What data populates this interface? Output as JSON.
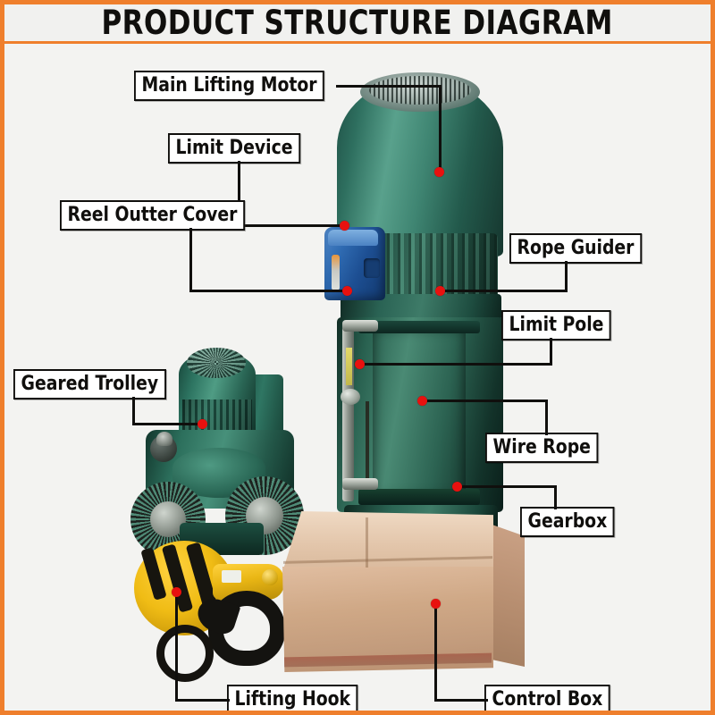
{
  "header": {
    "title": "PRODUCT STRUCTURE DIAGRAM",
    "accent_color": "#ef7f2c",
    "background_color": "#f2f2f0"
  },
  "diagram": {
    "subject": "electric wire rope hoist with geared trolley",
    "callout_dot_color": "#e8110f",
    "leader_line_color": "#100f0d",
    "label_box_fill": "#ffffff",
    "label_box_border": "#100f0d",
    "labels": [
      {
        "id": "main-lifting-motor",
        "text": "Main Lifting Motor"
      },
      {
        "id": "limit-device",
        "text": "Limit Device"
      },
      {
        "id": "reel-outter-cover",
        "text": "Reel Outter Cover"
      },
      {
        "id": "rope-guider",
        "text": "Rope Guider"
      },
      {
        "id": "limit-pole",
        "text": "Limit Pole"
      },
      {
        "id": "geared-trolley",
        "text": "Geared Trolley"
      },
      {
        "id": "wire-rope",
        "text": "Wire Rope"
      },
      {
        "id": "gearbox",
        "text": "Gearbox"
      },
      {
        "id": "lifting-hook",
        "text": "Lifting Hook"
      },
      {
        "id": "control-box",
        "text": "Control Box"
      }
    ],
    "parts": {
      "motor_color": "#2e6f5f",
      "limit_device_color": "#2f6bb2",
      "hook_color": "#f0bc15",
      "carton_color": "#cfa886",
      "wire_rope_color": "#8b8167"
    }
  }
}
